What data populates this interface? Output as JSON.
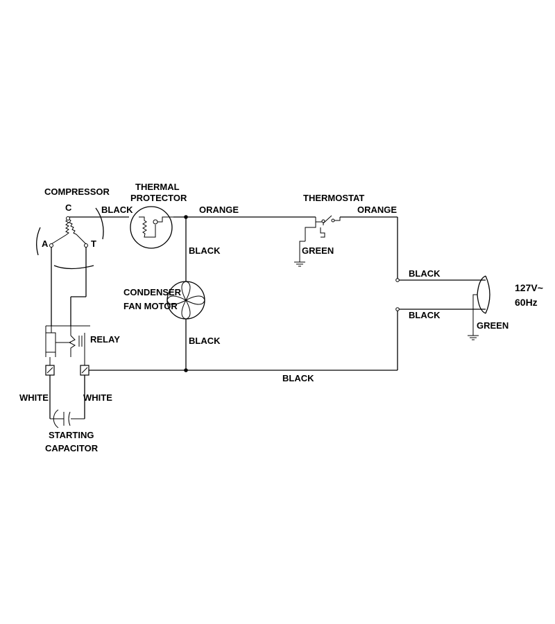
{
  "labels": {
    "compressor": "COMPRESSOR",
    "terminal_c": "C",
    "terminal_a": "A",
    "terminal_t": "T",
    "thermal_protector_line1": "THERMAL",
    "thermal_protector_line2": "PROTECTOR",
    "thermostat": "THERMOSTAT",
    "condenser_line1": "CONDENSER",
    "condenser_line2": "FAN MOTOR",
    "relay": "RELAY",
    "starting_capacitor_line1": "STARTING",
    "starting_capacitor_line2": "CAPACITOR",
    "supply_line1": "127V~",
    "supply_line2": "60Hz"
  },
  "wires": {
    "compressor_to_protector": "BLACK",
    "protector_to_thermostat": "ORANGE",
    "thermostat_to_plug": "ORANGE",
    "thermostat_ground": "GREEN",
    "fan_upper": "BLACK",
    "fan_lower": "BLACK",
    "plug_upper": "BLACK",
    "plug_lower": "BLACK",
    "plug_ground": "GREEN",
    "bottom_return": "BLACK",
    "capacitor_left": "WHITE",
    "capacitor_right": "WHITE"
  }
}
